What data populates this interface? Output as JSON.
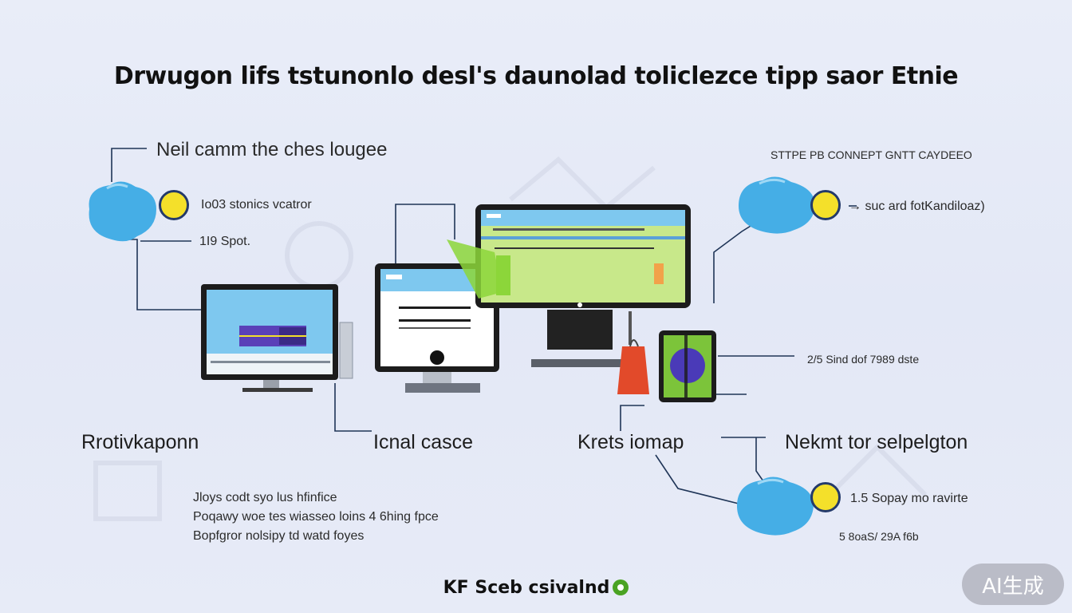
{
  "title": "Drwugon lifs tstunonlo desl's daunolad toliclezce tipp saor Etnie",
  "labels": {
    "top_left_heading": "Neil camm the ches lougee",
    "top_right_heading": "STTPE PB CONNEPT GNTT CAYDEEO",
    "left_item_1": "Io03 stonics vcatror",
    "left_item_2": "1I9 Spot.",
    "right_item_1": "→ suc ard fotKandiloaz)",
    "mid_right_item": "2/5 Sind dof 7989 dste",
    "bottom_right_item_1": "1.5 Sopay mo ravirte",
    "bottom_right_item_2": "5 8oaS/ 29A f6b"
  },
  "headings": [
    "Rrotivkaponn",
    "Icnal casce",
    "Krets iomap",
    "Nekmt tor selpelgton"
  ],
  "notes": [
    "Jloys codt syo lus hfinfice",
    "Poqawy woe tes wiasseo loins 4 6hing fpce",
    "Bopfgror nolsipy td watd foyes"
  ],
  "footer": "KF Sceb csivalnd",
  "watermark": "AI生成",
  "colors": {
    "cloud": "#45aee6",
    "badge": "#f4e02a",
    "screen_blue": "#7ec8ef",
    "screen_green": "#c8e88a",
    "line": "#1f3557"
  }
}
